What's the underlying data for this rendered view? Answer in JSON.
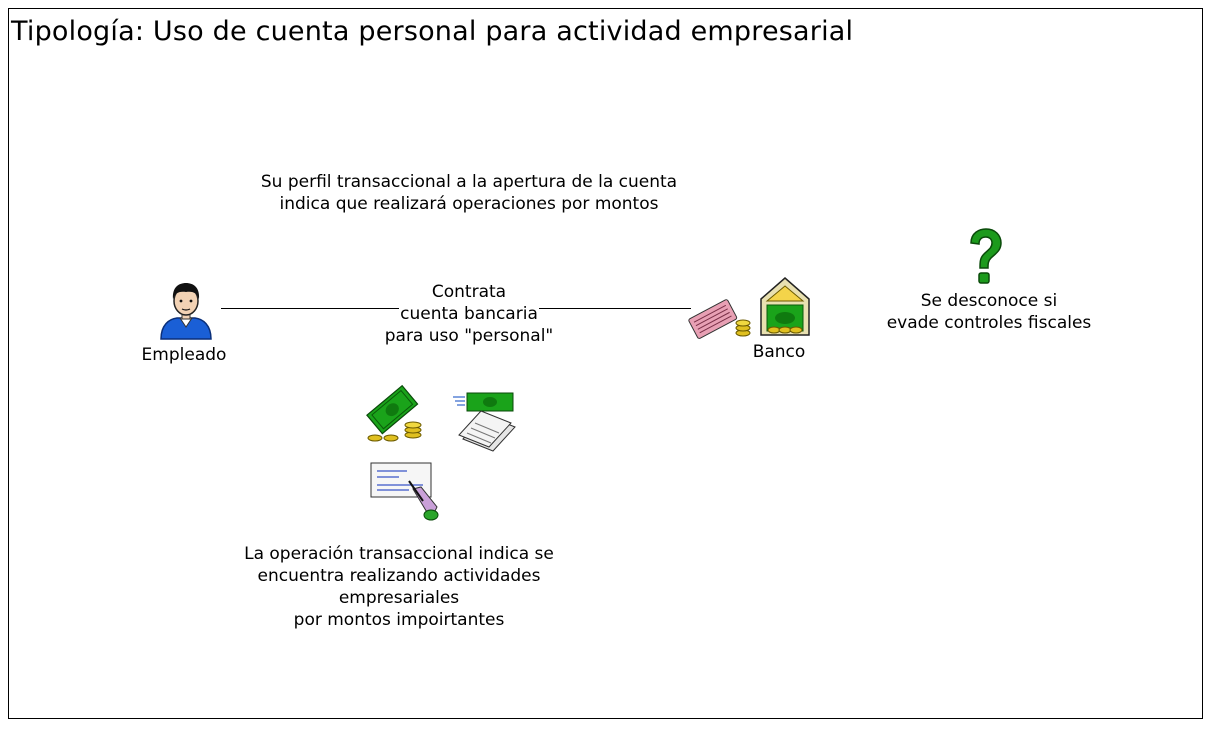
{
  "title": "Tipología:  Uso de cuenta personal para actividad empresarial",
  "profile_note": {
    "line1": "Su perfil transaccional a la apertura de la cuenta",
    "line2": "indica que realizará operaciones por montos"
  },
  "employee": {
    "label": "Empleado",
    "icon": "person-icon"
  },
  "bank": {
    "label": "Banco",
    "icon": "bank-icon"
  },
  "connector_label": {
    "line1": "Contrata",
    "line2": "cuenta bancaria",
    "line3": "para uso \"personal\""
  },
  "unknown": {
    "icon": "question-mark-icon",
    "line1": "Se desconoce si",
    "line2": "evade controles fiscales"
  },
  "operation_note": {
    "line1": "La operación transaccional indica se",
    "line2": "encuentra realizando actividades",
    "line3": "empresariales",
    "line4": "por montos impoirtantes"
  },
  "colors": {
    "money_green": "#1aa31a",
    "coin_gold": "#e0c020",
    "person_blue": "#1a5fd6",
    "question_green": "#1c9a1c",
    "card_pink": "#e8a0b4"
  }
}
